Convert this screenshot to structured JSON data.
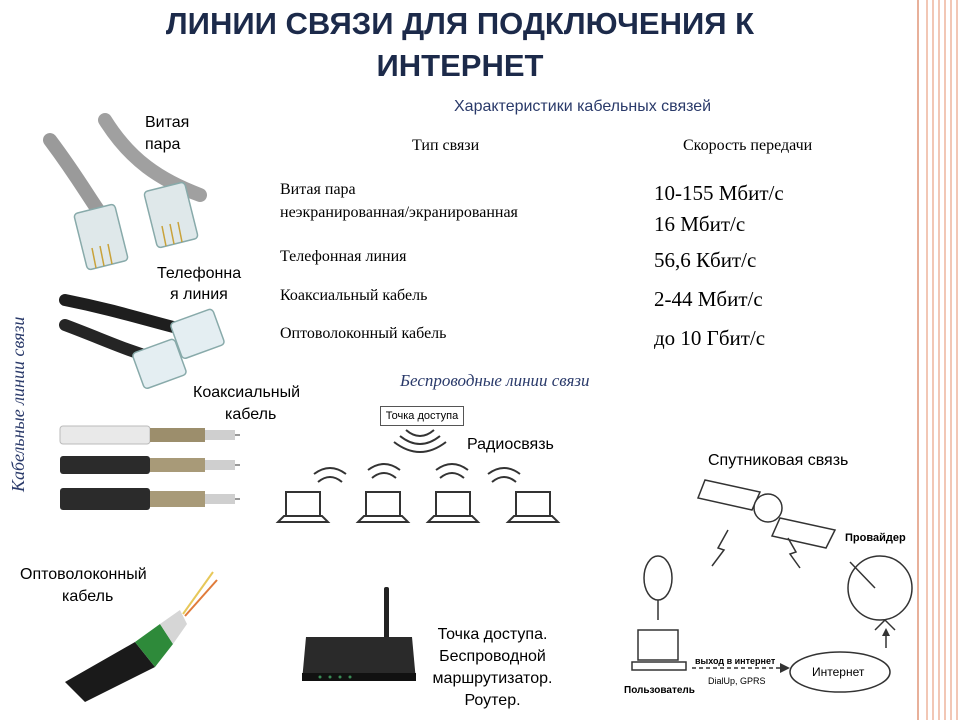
{
  "title_line1": "ЛИНИИ СВЯЗИ ДЛЯ ПОДКЛЮЧЕНИЯ К",
  "title_line2": "ИНТЕРНЕТ",
  "side_label": "Кабельные линии связи",
  "cable_labels": {
    "twisted_pair_1": "Витая",
    "twisted_pair_2": "пара",
    "phone_1": "Телефонна",
    "phone_2": "я линия",
    "coax_1": "Коаксиальный",
    "coax_2": "кабель",
    "fiber_1": "Оптоволоконный",
    "fiber_2": "кабель"
  },
  "table": {
    "caption": "Характеристики кабельных связей",
    "col_type": "Тип связи",
    "col_speed": "Скорость передачи",
    "rows": [
      {
        "type_1": "Витая пара",
        "type_2": "неэкранированная/экранированная",
        "speed_1": "10-155 Мбит/с",
        "speed_2": "16 Мбит/с"
      },
      {
        "type_1": "Телефонная линия",
        "speed_1": "56,6 Кбит/с"
      },
      {
        "type_1": "Коаксиальный кабель",
        "speed_1": "2-44 Мбит/с"
      },
      {
        "type_1": "Оптоволоконный кабель",
        "speed_1": "до 10 Гбит/с"
      }
    ]
  },
  "wireless": {
    "heading": "Беспроводные линии связи",
    "access_point_box": "Точка доступа",
    "radio": "Радиосвязь",
    "router_1": "Точка доступа.",
    "router_2": "Беспроводной",
    "router_3": "маршрутизатор.",
    "router_4": "Роутер."
  },
  "satellite": {
    "label": "Спутниковая связь",
    "provider": "Провайдер",
    "internet": "Интернет",
    "user": "Пользователь",
    "out_1": "выход в интернет",
    "out_2": "DialUp, GPRS"
  }
}
